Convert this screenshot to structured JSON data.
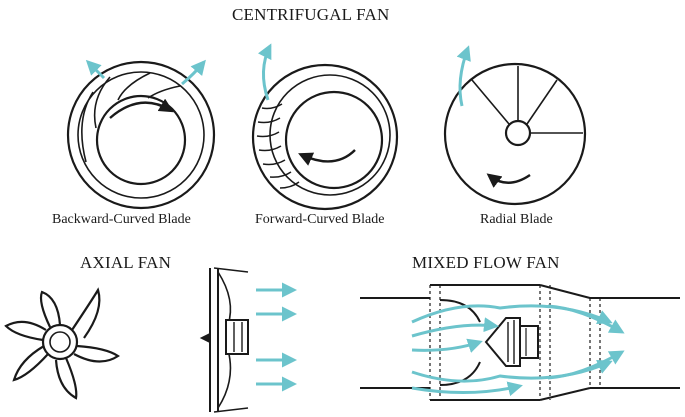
{
  "sections": {
    "centrifugal": "CENTRIFUGAL FAN",
    "axial": "AXIAL FAN",
    "mixed_flow": "MIXED FLOW FAN"
  },
  "blade_types": [
    {
      "label": "Backward-Curved Blade"
    },
    {
      "label": "Forward-Curved Blade"
    },
    {
      "label": "Radial Blade"
    }
  ],
  "colors": {
    "outline": "#1a1a1a",
    "airflow_arrow": "#6cc4cc"
  }
}
